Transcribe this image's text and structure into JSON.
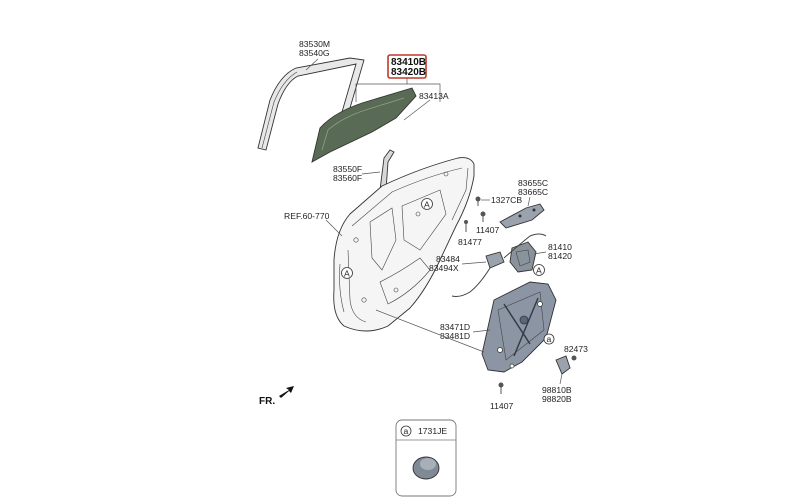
{
  "labels": {
    "belt_molding": [
      "83530M",
      "83540G"
    ],
    "door_glass": [
      "83410B",
      "83420B"
    ],
    "glass_run": "83413A",
    "center_channel": [
      "83550F",
      "83560F"
    ],
    "ref": "REF.60-770",
    "screw_top": "1327CB",
    "bolt_upper": "11407",
    "clip": "81477",
    "handle": [
      "83655C",
      "83665C"
    ],
    "latch": [
      "81410",
      "81420"
    ],
    "cable": [
      "83484",
      "83494X"
    ],
    "regulator": [
      "83471D",
      "83481D"
    ],
    "grommet": "82473",
    "motor": [
      "98810B",
      "98820B"
    ],
    "bolt_lower": "11407",
    "front_label": "FR.",
    "circle_a": "A",
    "circle_small_a": "a"
  },
  "inset": {
    "badge": "a",
    "part_no": "1731JE"
  },
  "colors": {
    "highlight_box": "#c0392b",
    "glass_fill": "#5a6b55",
    "panel_fill": "#f5f5f5",
    "regulator_fill": "#8b95a3"
  }
}
